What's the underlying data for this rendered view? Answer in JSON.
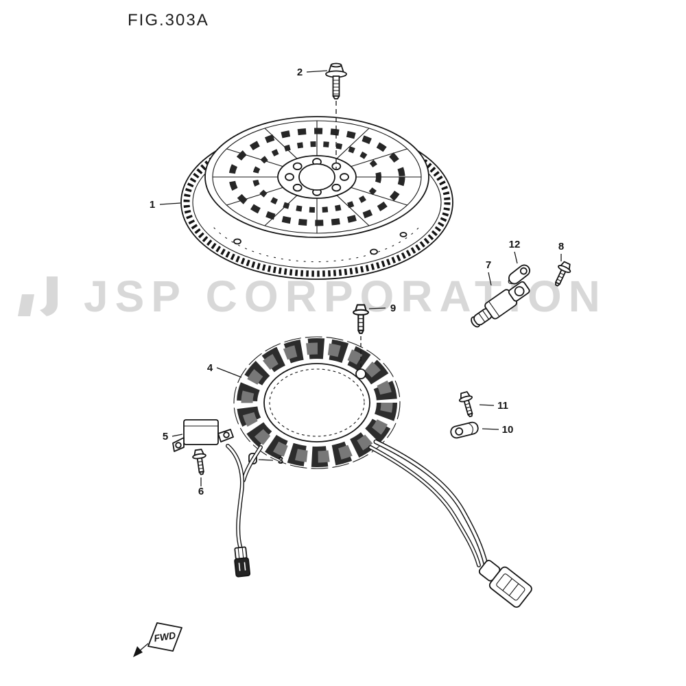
{
  "figure": {
    "title": "FIG.303A",
    "watermark": "JSP CORPORATION",
    "fwd_label": "FWD"
  },
  "labels": [
    "1",
    "2",
    "3",
    "4",
    "5",
    "6",
    "7",
    "8",
    "9",
    "10",
    "11",
    "12"
  ]
}
